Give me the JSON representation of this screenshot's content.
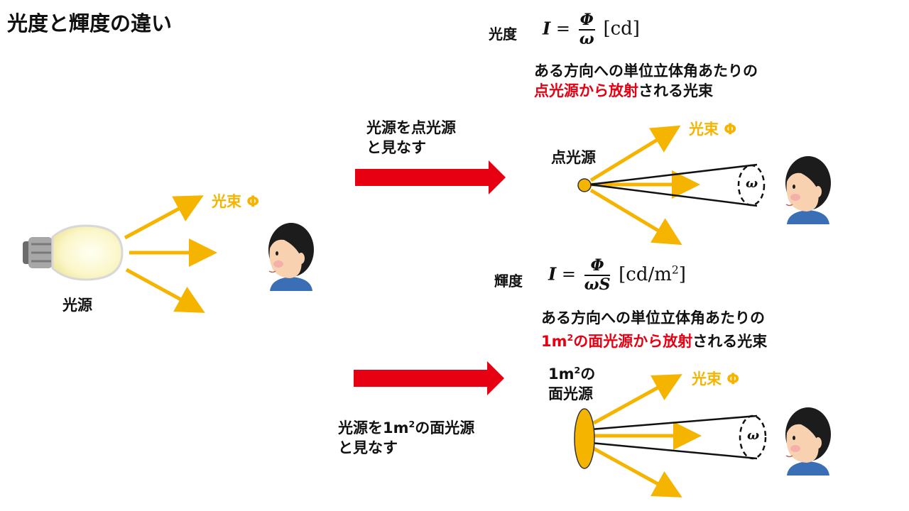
{
  "title": "光度と輝度の違い",
  "left": {
    "light_source_label": "光源",
    "flux_label": "光束 Φ"
  },
  "luminous_intensity": {
    "name": "光度",
    "formula": {
      "lhs": "I",
      "eq": "=",
      "num": "Φ",
      "den": "ω",
      "unit": "[cd]"
    },
    "desc_line1": "ある方向への単位立体角あたりの",
    "desc_line2_red": "点光源から放射",
    "desc_line2_rest": "される光束",
    "arrow_label_line1": "光源を点光源",
    "arrow_label_line2": "と見なす",
    "source_label": "点光源",
    "flux_label": "光束 Φ",
    "angle_label": "ω"
  },
  "luminance": {
    "name": "輝度",
    "formula": {
      "lhs": "I",
      "eq": "=",
      "num": "Φ",
      "den": "ωS",
      "unit_pre": "[cd/m",
      "unit_sup": "2",
      "unit_post": "]"
    },
    "desc_line1": "ある方向への単位立体角あたりの",
    "desc_line2_red_pre": "1m",
    "desc_line2_red_sup": "2",
    "desc_line2_red_post": "の面光源から放射",
    "desc_line2_rest": "される光束",
    "arrow_label_line1_pre": "光源を1m",
    "arrow_label_line1_sup": "2",
    "arrow_label_line1_post": "の面光源",
    "arrow_label_line2": "と見なす",
    "source_label_line1_pre": "1m",
    "source_label_line1_sup": "2",
    "source_label_line1_post": "の",
    "source_label_line2": "面光源",
    "flux_label": "光束 Φ",
    "angle_label": "ω"
  },
  "colors": {
    "red": "#e60012",
    "orange": "#f5b400",
    "face": "#f8d2b0",
    "hair": "#1c1c1c",
    "shirt": "#3a6fb5"
  }
}
